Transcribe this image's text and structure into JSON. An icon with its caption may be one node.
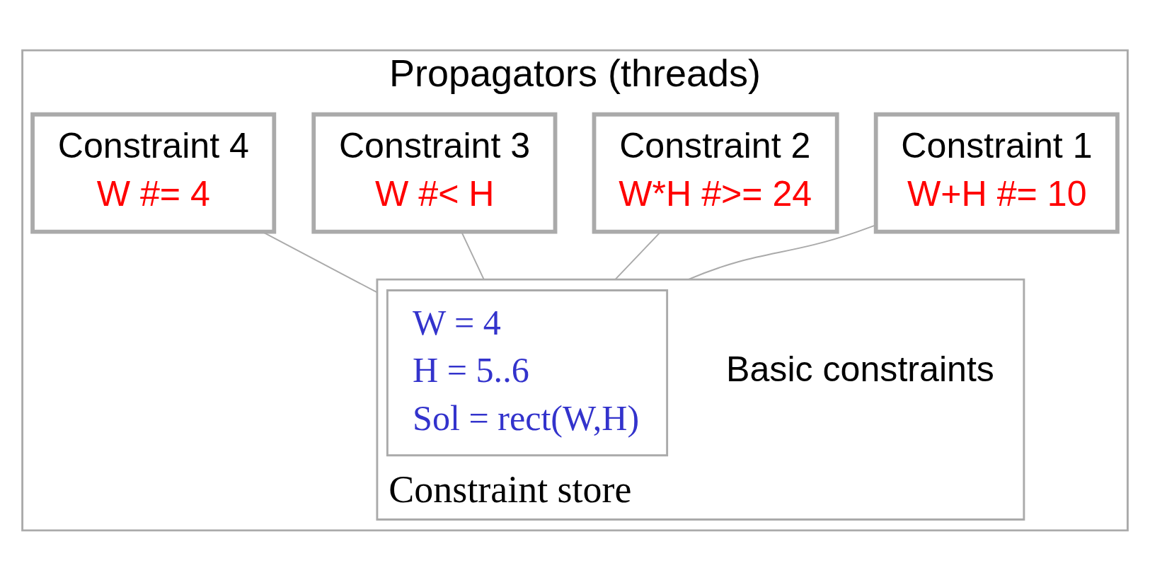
{
  "diagram": {
    "nodes": [
      {
        "text": [
          "Propagators (threads)"
        ]
      },
      {
        "text": [
          "Constraint 1",
          "W+H #= 10"
        ],
        "in": 0
      },
      {
        "text": [
          "Constraint 2",
          "W*H #>= 24"
        ],
        "in": 0
      },
      {
        "text": [
          "Constraint 3",
          "W #< H"
        ],
        "in": 0
      },
      {
        "text": [
          "Constraint 4",
          "W #= 4"
        ],
        "in": 0
      },
      {
        "text": [
          "Constraint store"
        ],
        "in": 0
      },
      {
        "text": [
          "W = 4",
          "H = 5..6",
          "Sol = rect(W,H)"
        ],
        "beside": [
          "Basic constraints"
        ],
        "in": 5
      }
    ],
    "edges": [
      {
        "from": 1,
        "to": 5,
        "arrow": "none"
      },
      {
        "from": 2,
        "to": 5,
        "arrow": "none"
      },
      {
        "from": 3,
        "to": 5,
        "arrow": "none"
      },
      {
        "from": 4,
        "to": 5,
        "arrow": "none"
      }
    ]
  }
}
